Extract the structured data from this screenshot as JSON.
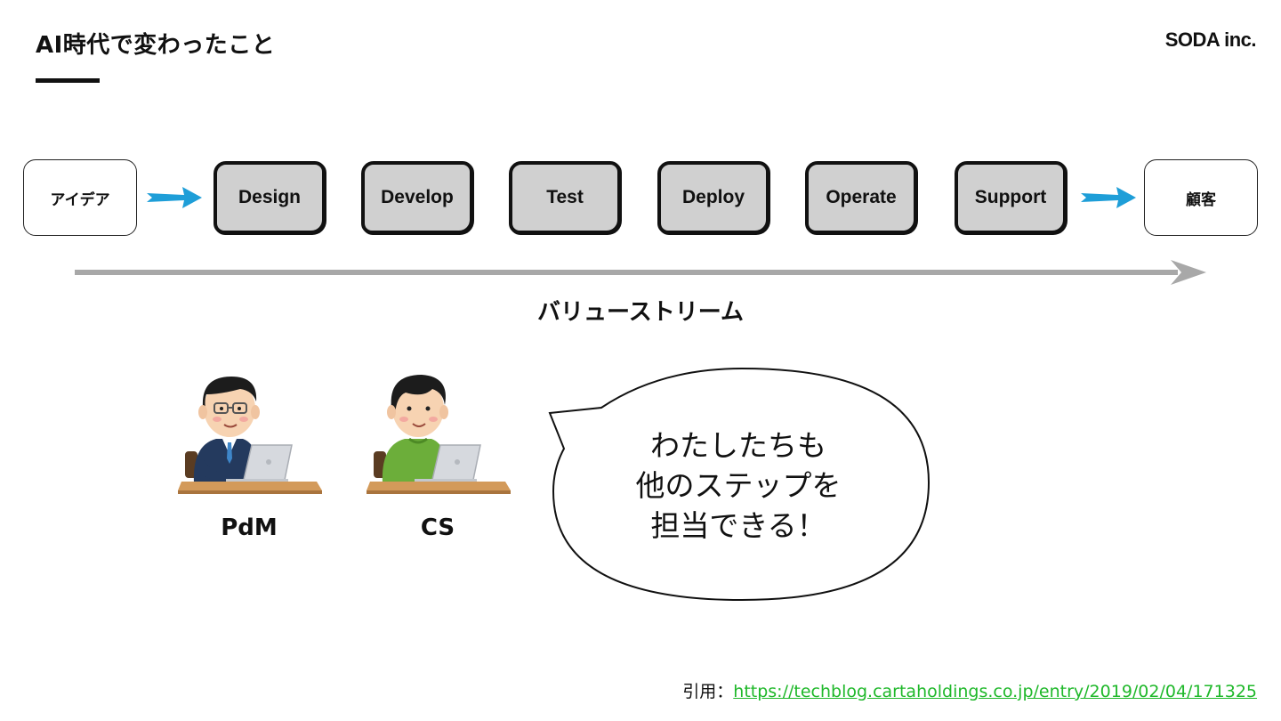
{
  "slide": {
    "title": "AI時代で変わったこと",
    "logo": "SODA inc."
  },
  "flow": {
    "start": "アイデア",
    "stages": [
      "Design",
      "Develop",
      "Test",
      "Deploy",
      "Operate",
      "Support"
    ],
    "end": "顧客",
    "value_stream_label": "バリューストリーム",
    "accent_color": "#1e9ed8"
  },
  "people": [
    {
      "label": "PdM",
      "illustration": "businessman-laptop"
    },
    {
      "label": "CS",
      "illustration": "man-green-sweater-laptop"
    }
  ],
  "speech_bubble": {
    "lines": [
      "わたしたちも",
      "他のステップを",
      "担当できる！"
    ]
  },
  "citation": {
    "prefix": "引用：",
    "link_text": "https://techblog.cartaholdings.co.jp/entry/2019/02/04/171325",
    "link_color": "#1fb82a"
  }
}
